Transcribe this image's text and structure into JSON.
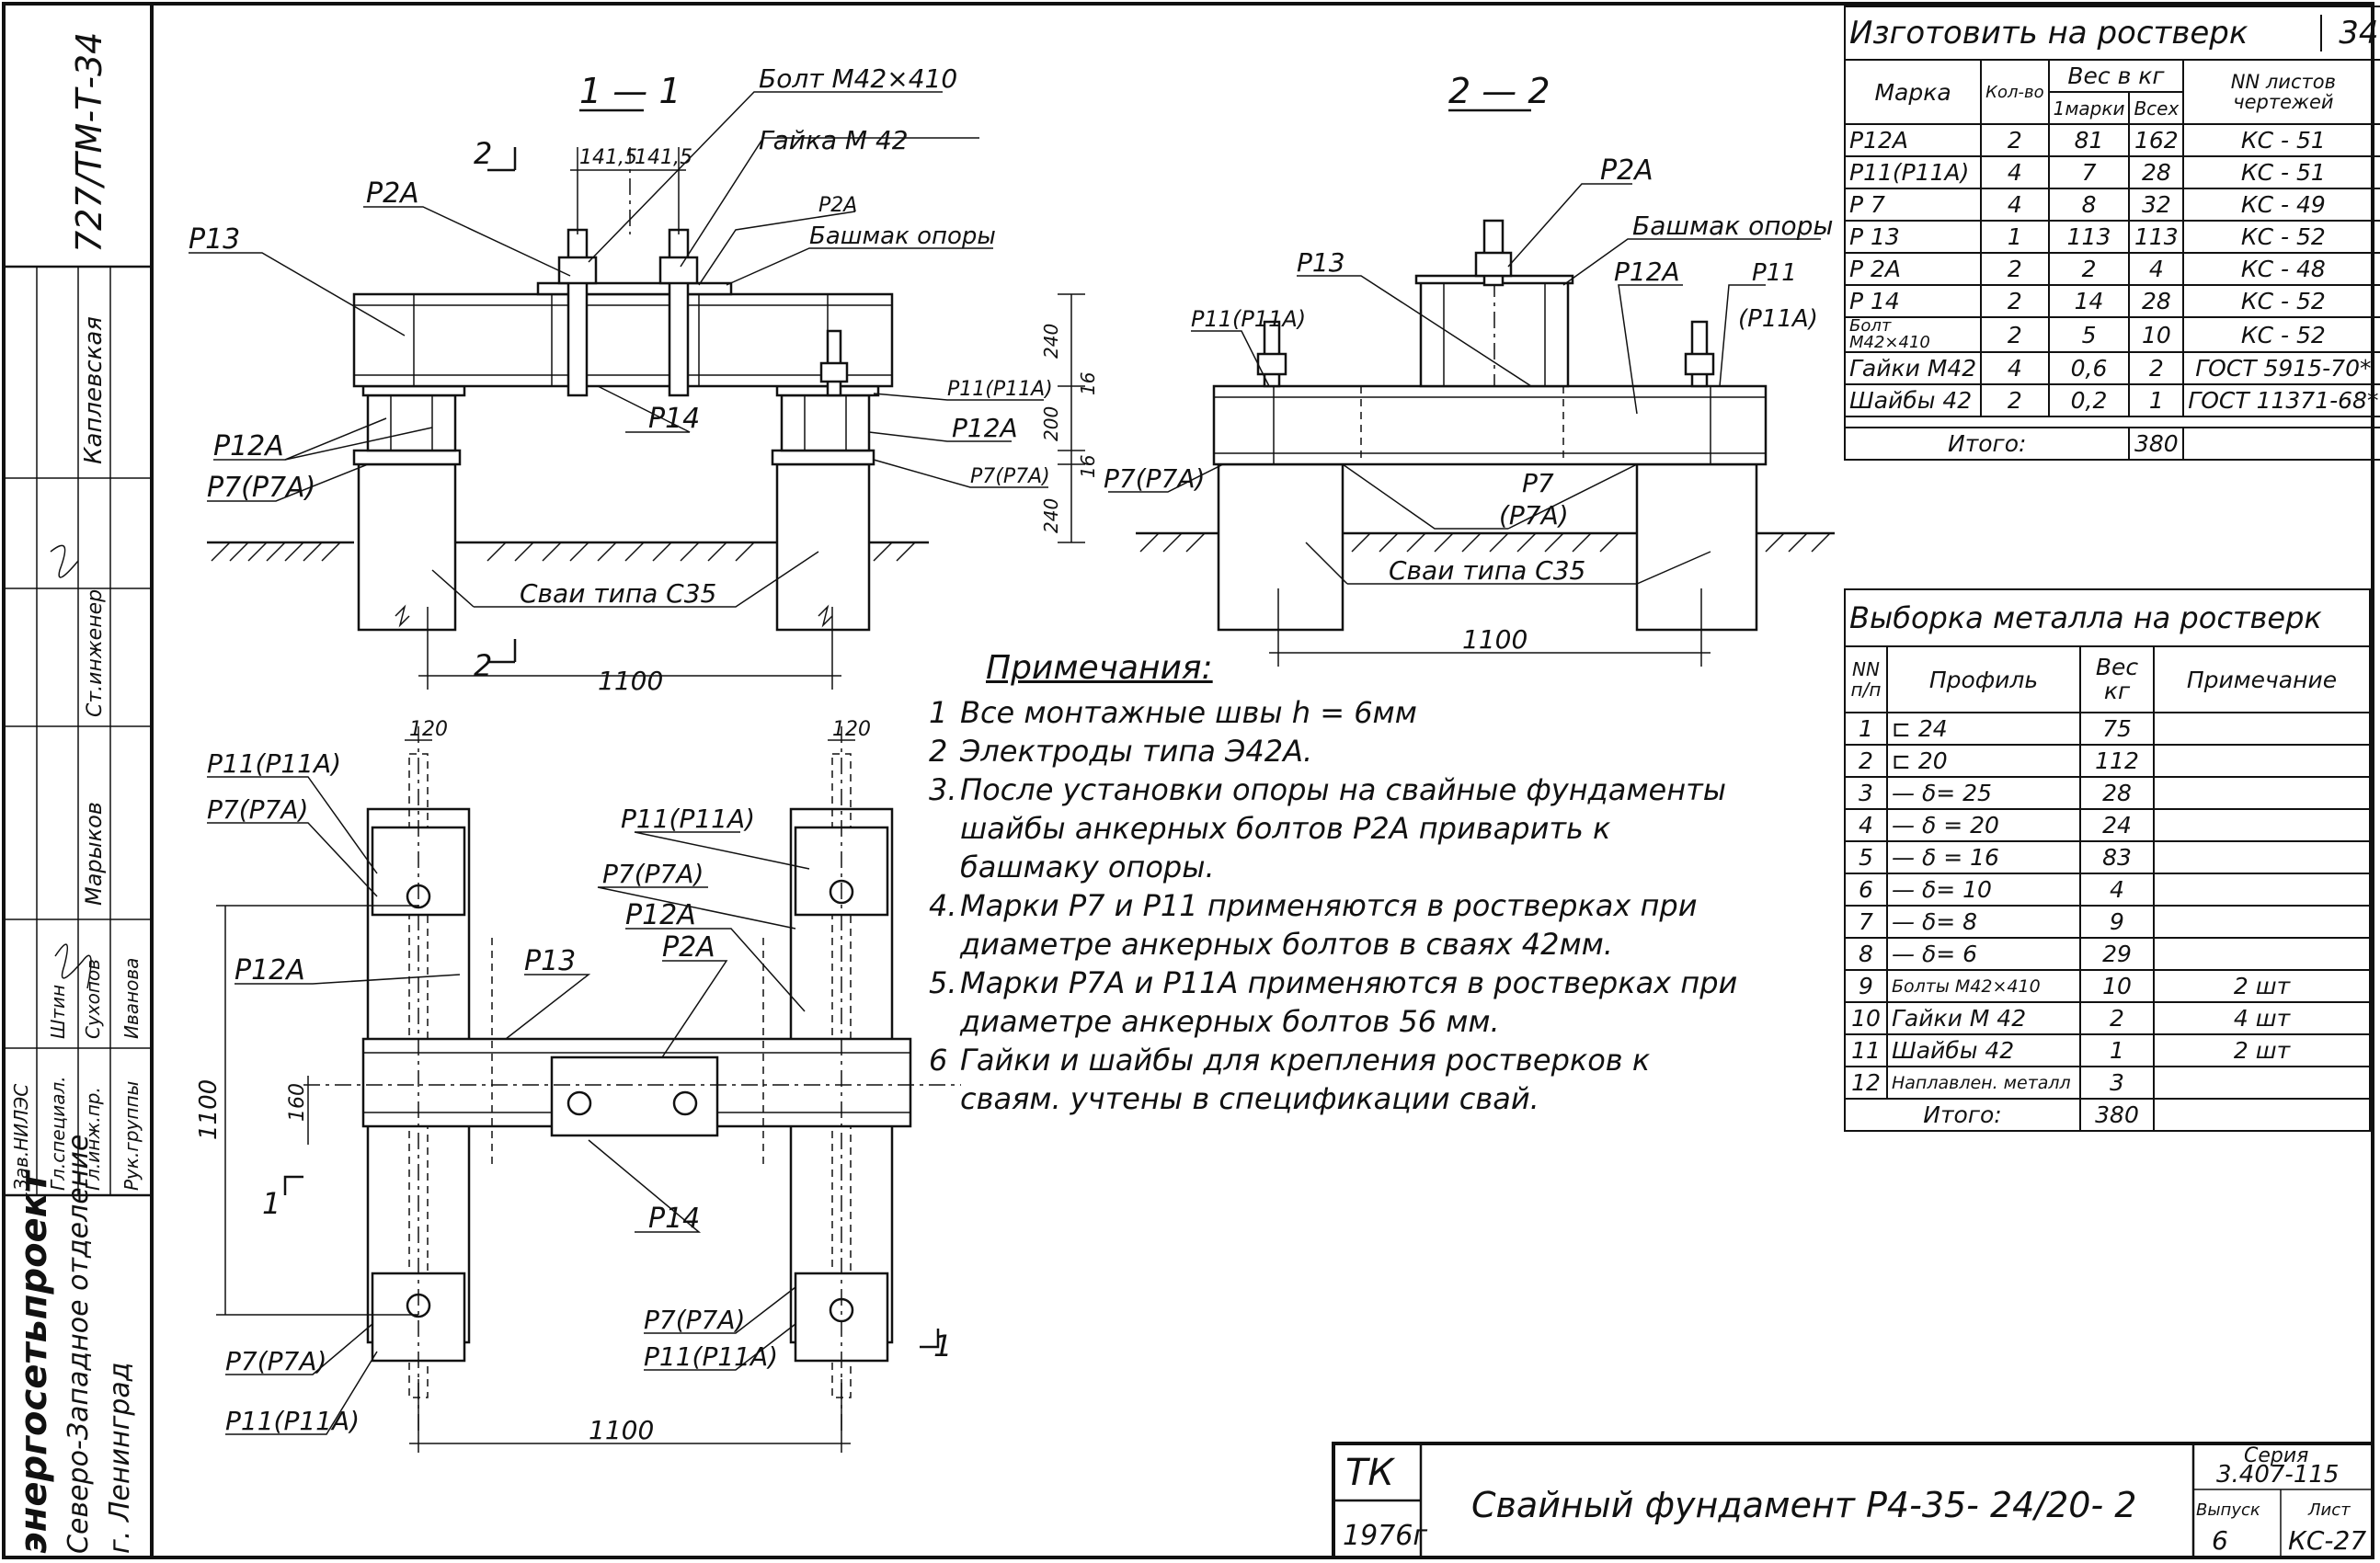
{
  "frame": {
    "org": "энергосетьпроект",
    "dept": "Северо-Западное отделение",
    "city": "г. Ленинград",
    "doc_code": "727/ТМ-Т-34",
    "people": [
      {
        "role": "Зав.НИЛЭС",
        "name": ""
      },
      {
        "role": "Гл.специал.",
        "name": "Штин"
      },
      {
        "role": "Гл.инж.пр.",
        "name": "Сухопов"
      },
      {
        "role": "Рук.группы",
        "name": "Иванова"
      },
      {
        "role": "Ст.инженер",
        "name": "Каплевская"
      }
    ],
    "name_top": "Каплевская",
    "name_mid": "Марыков"
  },
  "page_number": "34",
  "drawing": {
    "section1_title": "1 — 1",
    "section2_title": "2 — 2",
    "labels": {
      "bolt": "Болт М42×410",
      "nut": "Гайка М 42",
      "p2a": "Р2А",
      "shoe": "Башмак опоры",
      "p13": "Р13",
      "p12a": "Р12А",
      "p14": "Р14",
      "p7": "Р7(Р7А)",
      "p11": "Р11(Р11А)",
      "p11_split1": "Р11",
      "p11_split2": "(Р11А)",
      "p7_split1": "Р7",
      "p7_split2": "(Р7А)",
      "piles": "Сваи типа С35",
      "dim_1100": "1100",
      "dim_141": "141,5",
      "dim_120": "120",
      "dim_160": "160",
      "dim_240": "240",
      "dim_16": "16",
      "dim_200": "200",
      "cut2": "2",
      "cut1": "1"
    }
  },
  "notes": {
    "heading": "Примечания:",
    "items": [
      {
        "num": "1",
        "text": "Все монтажные   швы h = 6мм"
      },
      {
        "num": "2",
        "text": "Электроды типа  Э42А."
      },
      {
        "num": "3.",
        "text": "После установки опоры на свайные фундаменты шайбы анкерных болтов Р2А приварить к башмаку опоры."
      },
      {
        "num": "4.",
        "text": "Марки Р7 и Р11 применяются в ростверках при диаметре анкерных болтов в сваях 42мм."
      },
      {
        "num": "5.",
        "text": "Марки Р7А и Р11А применяются в ростверках при диаметре анкерных болтов 56 мм."
      },
      {
        "num": "6",
        "text": "Гайки и шайбы для крепления ростверков к сваям. учтены в спецификации свай."
      }
    ]
  },
  "spec_table": {
    "title": "Изготовить на ростверк",
    "headers": {
      "mark": "Марка",
      "qty": "Кол-во",
      "weight": "Вес в кг",
      "one": "1марки",
      "all": "Всех",
      "sheets": "NN листов чертежей"
    },
    "rows": [
      [
        "Р12А",
        "2",
        "81",
        "162",
        "КС - 51"
      ],
      [
        "Р11(Р11А)",
        "4",
        "7",
        "28",
        "КС - 51"
      ],
      [
        "Р 7",
        "4",
        "8",
        "32",
        "КС - 49"
      ],
      [
        "Р 13",
        "1",
        "113",
        "113",
        "КС - 52"
      ],
      [
        "Р 2А",
        "2",
        "2",
        "4",
        "КС - 48"
      ],
      [
        "Р 14",
        "2",
        "14",
        "28",
        "КС - 52"
      ],
      [
        "Болт М42×410",
        "2",
        "5",
        "10",
        "КС - 52"
      ],
      [
        "Гайки М42",
        "4",
        "0,6",
        "2",
        "ГОСТ 5915-70*"
      ],
      [
        "Шайбы 42",
        "2",
        "0,2",
        "1",
        "ГОСТ 11371-68*"
      ]
    ],
    "total_label": "Итого:",
    "total": "380"
  },
  "metal_table": {
    "title": "Выборка металла на ростверк",
    "headers": {
      "num": "NN п/п",
      "profile": "Профиль",
      "weight": "Вес кг",
      "note": "Примечание"
    },
    "rows": [
      [
        "1",
        "⊏ 24",
        "75",
        ""
      ],
      [
        "2",
        "⊏ 20",
        "112",
        ""
      ],
      [
        "3",
        "— δ= 25",
        "28",
        ""
      ],
      [
        "4",
        "— δ = 20",
        "24",
        ""
      ],
      [
        "5",
        "— δ = 16",
        "83",
        ""
      ],
      [
        "6",
        "— δ= 10",
        "4",
        ""
      ],
      [
        "7",
        "— δ= 8",
        "9",
        ""
      ],
      [
        "8",
        "— δ= 6",
        "29",
        ""
      ],
      [
        "9",
        "Болты М42×410",
        "10",
        "2 шт"
      ],
      [
        "10",
        "Гайки М 42",
        "2",
        "4 шт"
      ],
      [
        "11",
        "Шайбы 42",
        "1",
        "2 шт"
      ],
      [
        "12",
        "Наплавлен. металл",
        "3",
        ""
      ]
    ],
    "total_label": "Итого:",
    "total": "380"
  },
  "title_block": {
    "tk": "ТК",
    "year": "1976г",
    "title": "Свайный фундамент Р4-35- 24/20- 2",
    "series_label": "Серия",
    "series": "3.407-115",
    "issue_label": "Выпуск",
    "issue": "6",
    "sheet_label": "Лист",
    "sheet": "КС-27"
  }
}
